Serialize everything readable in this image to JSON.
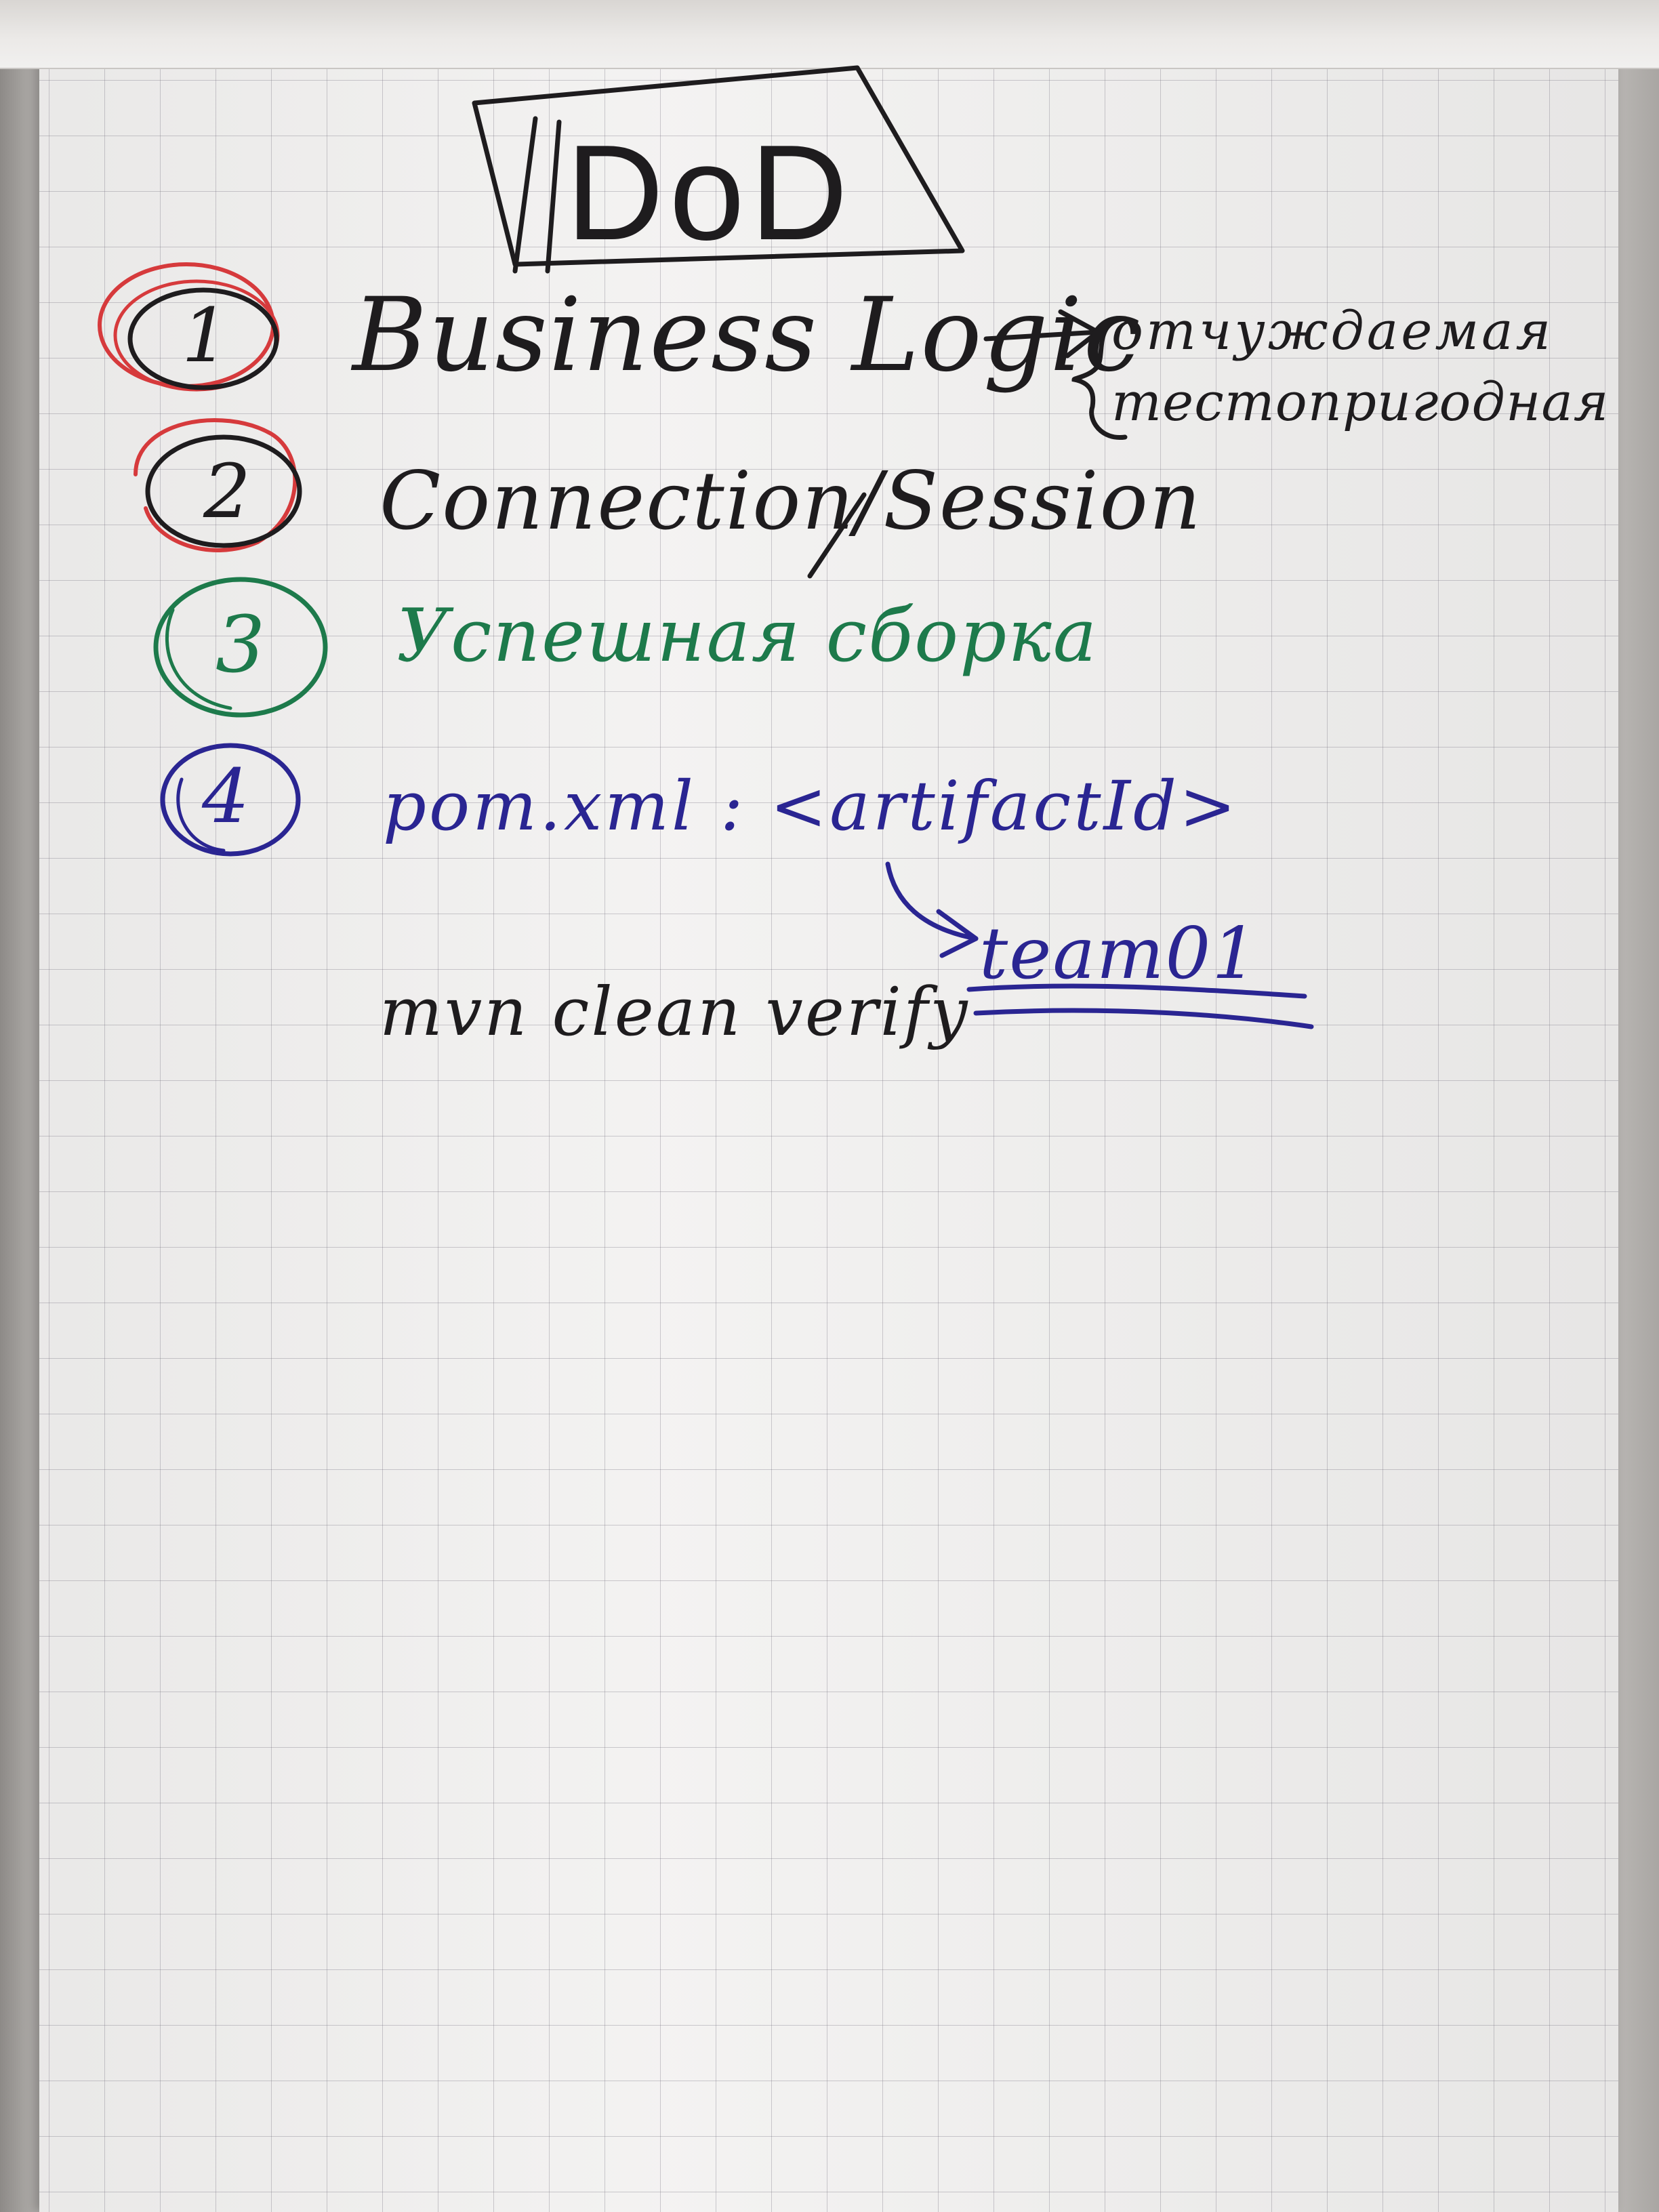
{
  "board": {
    "title": "DoD",
    "items": [
      {
        "number": "1",
        "text": "Business Logic",
        "color": "#1e1c1e",
        "circle_colors": [
          "#d63a3c",
          "#1e1c1e"
        ]
      },
      {
        "number": "2",
        "text": "Connection/Session",
        "color": "#1e1c1e",
        "circle_colors": [
          "#d63a3c",
          "#1e1c1e"
        ]
      },
      {
        "number": "3",
        "text": "Успешная сборка",
        "color": "#1d7a4b",
        "circle_colors": [
          "#1d7a4b"
        ]
      },
      {
        "number": "4",
        "text": "pom.xml : <artifactId>",
        "color": "#2a2592",
        "circle_colors": [
          "#2a2592"
        ]
      }
    ],
    "business_logic_notes": [
      "отчуждаемая",
      "тестопригодная"
    ],
    "artifact_value": "team01",
    "command": "mvn clean verify"
  },
  "colors": {
    "marker_black": "#1e1c1e",
    "marker_red": "#d63a3c",
    "marker_green": "#1d7a4b",
    "marker_blue": "#2a2592",
    "paper": "#f3f2f1",
    "grid": "#8a8593"
  }
}
